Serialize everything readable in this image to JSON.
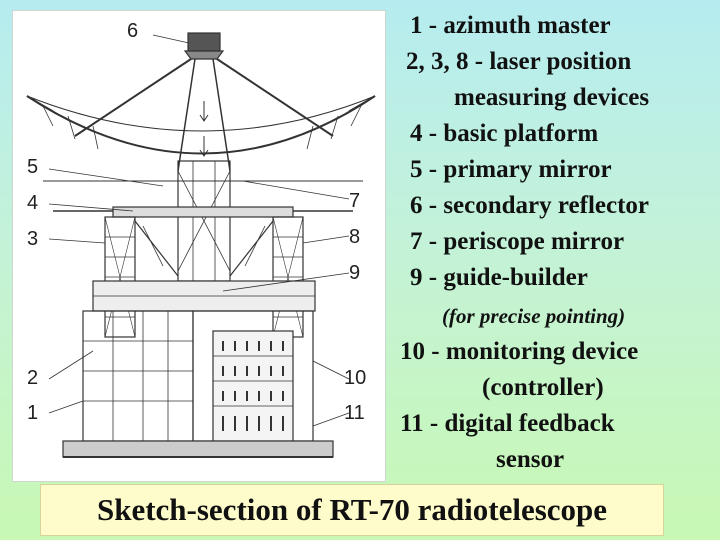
{
  "figure": {
    "left_labels": [
      "5",
      "4",
      "3",
      "2",
      "1"
    ],
    "top_label": "6",
    "right_labels": [
      "7",
      "8",
      "9",
      "10",
      "11"
    ]
  },
  "legend": {
    "items": [
      {
        "num": "1",
        "text": "- azimuth master"
      },
      {
        "num": "2, 3, 8",
        "text": "- laser position",
        "cont": "measuring devices"
      },
      {
        "num": "4",
        "text": "- basic platform"
      },
      {
        "num": "5",
        "text": "- primary mirror"
      },
      {
        "num": "6",
        "text": "- secondary reflector"
      },
      {
        "num": "7",
        "text": "- periscope mirror"
      },
      {
        "num": "9",
        "text": "- guide-builder",
        "note": "(for precise pointing)"
      },
      {
        "num": "10",
        "text": "- monitoring device",
        "cont": "(controller)"
      },
      {
        "num": "11",
        "text": "- digital feedback",
        "cont": "sensor"
      }
    ]
  },
  "caption": "Sketch-section of RT-70 radiotelescope"
}
